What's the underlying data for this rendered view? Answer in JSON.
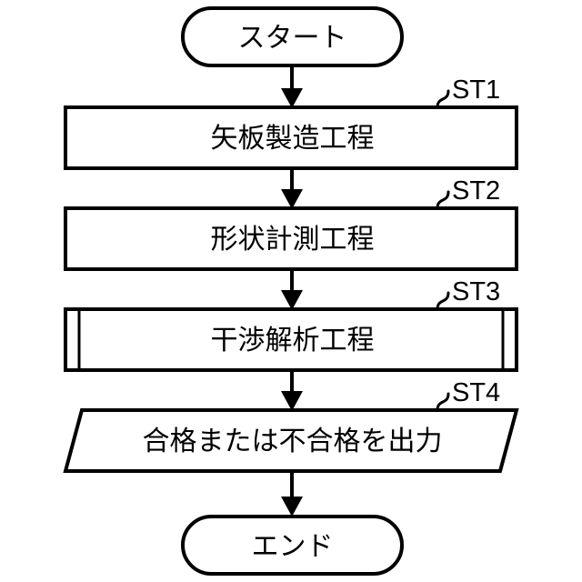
{
  "diagram": {
    "type": "flowchart",
    "orientation": "vertical",
    "title": "",
    "background_color": "#ffffff",
    "line_color": "#000000",
    "nodes": [
      {
        "id": "start",
        "shape": "terminator",
        "label": "スタート",
        "step_tag": ""
      },
      {
        "id": "st1",
        "shape": "process",
        "label": "矢板製造工程",
        "step_tag": "ST1"
      },
      {
        "id": "st2",
        "shape": "process",
        "label": "形状計測工程",
        "step_tag": "ST2"
      },
      {
        "id": "st3",
        "shape": "predefined-process",
        "label": "干渉解析工程",
        "step_tag": "ST3"
      },
      {
        "id": "st4",
        "shape": "parallelogram",
        "label": "合格または不合格を出力",
        "step_tag": "ST4"
      },
      {
        "id": "end",
        "shape": "terminator",
        "label": "エンド",
        "step_tag": ""
      }
    ],
    "edges": [
      {
        "from": "start",
        "to": "st1",
        "arrow": "down"
      },
      {
        "from": "st1",
        "to": "st2",
        "arrow": "down"
      },
      {
        "from": "st2",
        "to": "st3",
        "arrow": "down"
      },
      {
        "from": "st3",
        "to": "st4",
        "arrow": "down"
      },
      {
        "from": "st4",
        "to": "end",
        "arrow": "down"
      }
    ]
  }
}
